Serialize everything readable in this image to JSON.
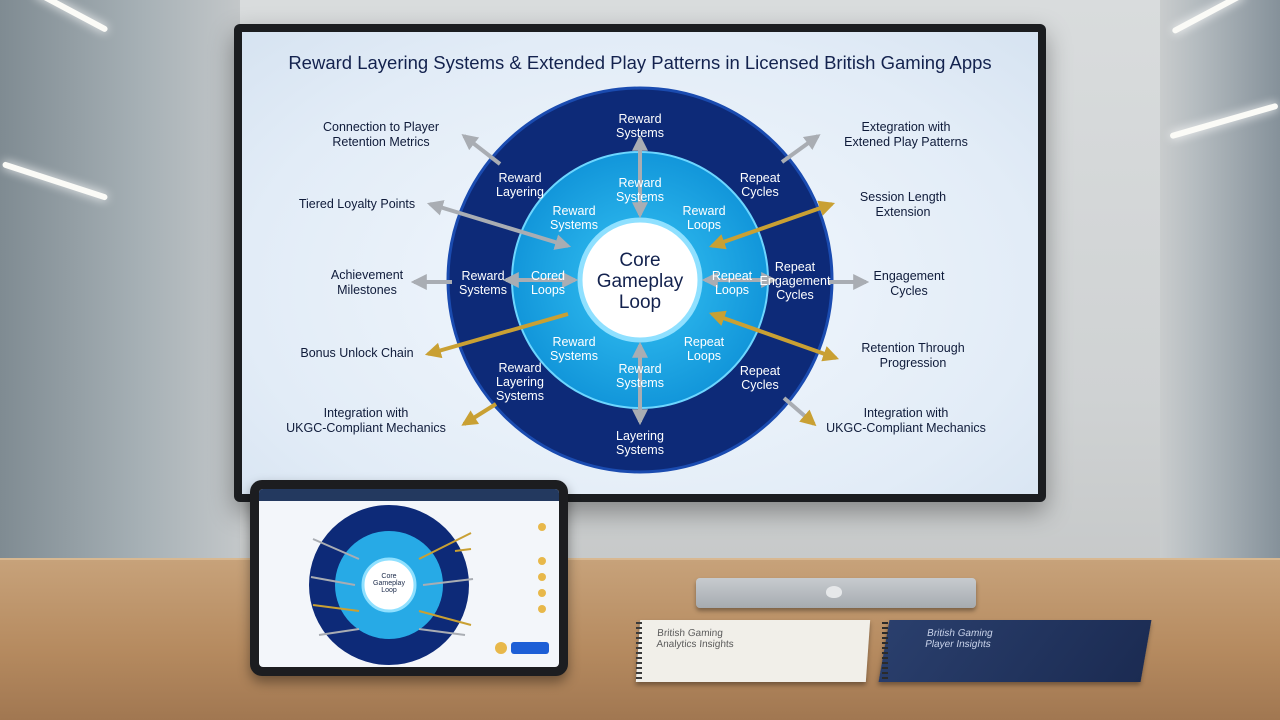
{
  "slide": {
    "title": "Reward Layering Systems & Extended Play Patterns in Licensed British Gaming Apps",
    "core": [
      "Core",
      "Gameplay",
      "Loop"
    ],
    "outer_ring": {
      "top": "Reward\nSystems",
      "top_left": "Reward\nLayering",
      "top_right": "Repeat\nCycles",
      "left": "Reward\nSystems",
      "right": "Repeat\nEngagement\nCycles",
      "bottom_left": "Reward\nLayering\nSystems",
      "bottom_right": "Repeat\nCycles",
      "bottom": "Layering\nSystems"
    },
    "middle_ring": {
      "top": "Reward\nSystems",
      "top_left": "Reward\nSystems",
      "top_right": "Reward\nLoops",
      "left": "Cored\nLoops",
      "right": "Repeat\nLoops",
      "bottom_left": "Reward\nSystems",
      "bottom_right": "Repeat\nLoops",
      "bottom": "Reward\nSystems"
    },
    "left_labels": [
      "Connection to Player\nRetention Metrics",
      "Tiered Loyalty Points",
      "Achievement\nMilestones",
      "Bonus Unlock Chain",
      "Integration with\nUKGC-Compliant Mechanics"
    ],
    "right_labels": [
      "Extegration with\nExtened Play Patterns",
      "Session Length\nExtension",
      "Engagement\nCycles",
      "Retention Through\nProgression",
      "Integration with\nUKGC-Compliant Mechanics"
    ],
    "colors": {
      "outer_ring": "#0d2a78",
      "middle_ring": "#22a6e4",
      "core": "#ffffff",
      "gold_arrow": "#c9a033",
      "grey_arrow": "#a9adb3",
      "title": "#13224e"
    }
  },
  "tablet": {
    "core": [
      "Core",
      "Gameplay",
      "Loop"
    ],
    "button": "•"
  },
  "notebooks": {
    "left": "British Gaming\nAnalytics Insights",
    "right": "British Gaming\nPlayer Insights"
  }
}
